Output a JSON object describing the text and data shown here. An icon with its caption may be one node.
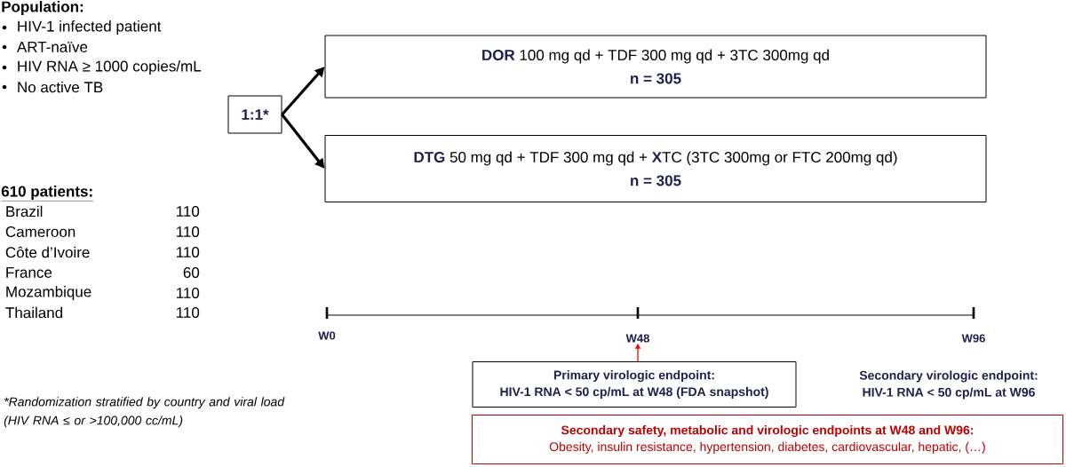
{
  "diagram": {
    "nodes": [
      {
        "text": [
          "1:1*"
        ]
      },
      {
        "text": [
          "**DOR** 100 mg qd + TDF 300 mg qd + 3TC 300mg qd",
          "n = 305"
        ]
      },
      {
        "text": [
          "**DTG** 50 mg qd + TDF 300 mg qd + **X**TC (3TC 300mg or FTC 200mg qd)",
          "n = 305"
        ]
      },
      {
        "text": [
          "W48"
        ]
      },
      {
        "text": [
          "Primary virologic endpoint:",
          "HIV-1 RNA < 50 cp/mL at W48 (FDA snapshot)"
        ]
      },
      {
        "text": [
          "Secondary safety, metabolic and virologic endpoints at W48 and W96:",
          "Obesity, insulin resistance, hypertension, diabetes, cardiovascular, hepatic, (…)"
        ]
      }
    ],
    "edges": [
      {
        "from": 0,
        "to": 1,
        "arrow": "to"
      },
      {
        "from": 0,
        "to": 2,
        "arrow": "to"
      },
      {
        "from": 4,
        "to": 3,
        "arrow": "to",
        "color": "#ff0000"
      }
    ],
    "labels": [
      "Population:",
      "HIV-1 infected patient",
      "ART-naïve",
      "HIV RNA ≥ 1000 copies/mL",
      "No active TB",
      "610 patients:",
      "Brazil",
      "110",
      "Cameroon",
      "110",
      "Côte d’Ivoire",
      "110",
      "France",
      "60",
      "Mozambique",
      "110",
      "Thailand",
      "110",
      "W0",
      "W96",
      "Secondary virologic endpoint:",
      "HIV-1 RNA < 50 cp/mL at W96",
      "*Randomization stratified by country and viral load (HIV RNA ≤ or >100,000 cc/mL)"
    ]
  }
}
